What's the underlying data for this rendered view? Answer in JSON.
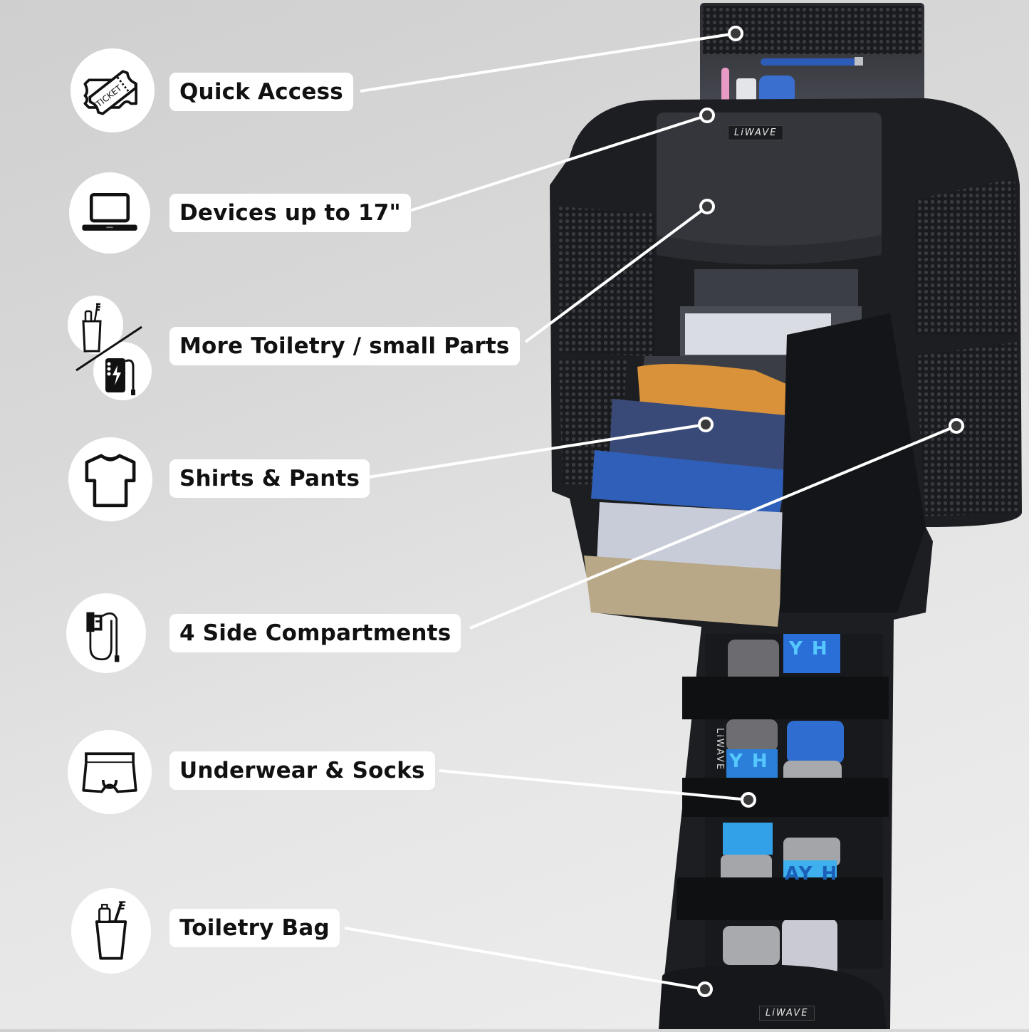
{
  "brand": {
    "name": "LiWAVE"
  },
  "features": [
    {
      "id": "quick-access",
      "label": "Quick Access",
      "icon": "ticket-icon",
      "target": [
        1033,
        47
      ]
    },
    {
      "id": "devices",
      "label": "Devices up to 17\"",
      "icon": "laptop-icon",
      "target": [
        993,
        162
      ]
    },
    {
      "id": "more-toiletry",
      "label": "More Toiletry / small Parts",
      "icon": "toiletry-powerbank-icon",
      "target": [
        993,
        290
      ]
    },
    {
      "id": "shirts-pants",
      "label": "Shirts & Pants",
      "icon": "tshirt-icon",
      "target": [
        991,
        596
      ]
    },
    {
      "id": "side-compartments",
      "label": "4 Side Compartments",
      "icon": "charger-cable-icon",
      "target": [
        1343,
        598
      ]
    },
    {
      "id": "underwear-socks",
      "label": "Underwear & Socks",
      "icon": "boxer-briefs-icon",
      "target": [
        1051,
        1123
      ]
    },
    {
      "id": "toiletry-bag",
      "label": "Toiletry Bag",
      "icon": "toothbrush-cup-icon",
      "target": [
        990,
        1389
      ]
    }
  ],
  "illustration": {
    "ticket_text": "TICKET",
    "underwear_band_text": "Y H",
    "underwear_band_text_2": "AY H"
  },
  "colors": {
    "background_light": "#eeeeee",
    "background_dark": "#cfcfcf",
    "label_bg": "#ffffff",
    "label_text": "#111111",
    "bag_black": "#1c1d21",
    "bag_gray": "#3d3f46",
    "mesh": "#2a2b2f",
    "connector": "#ffffff",
    "shirt_orange": "#d9923a",
    "shirt_navy": "#3a4a78",
    "shirt_blue": "#2f5fb8",
    "shirt_light": "#c8ccd8",
    "pants_khaki": "#b8a888",
    "underwear_blue": "#2a7fd8",
    "sock_gray": "#8a8a8c"
  }
}
